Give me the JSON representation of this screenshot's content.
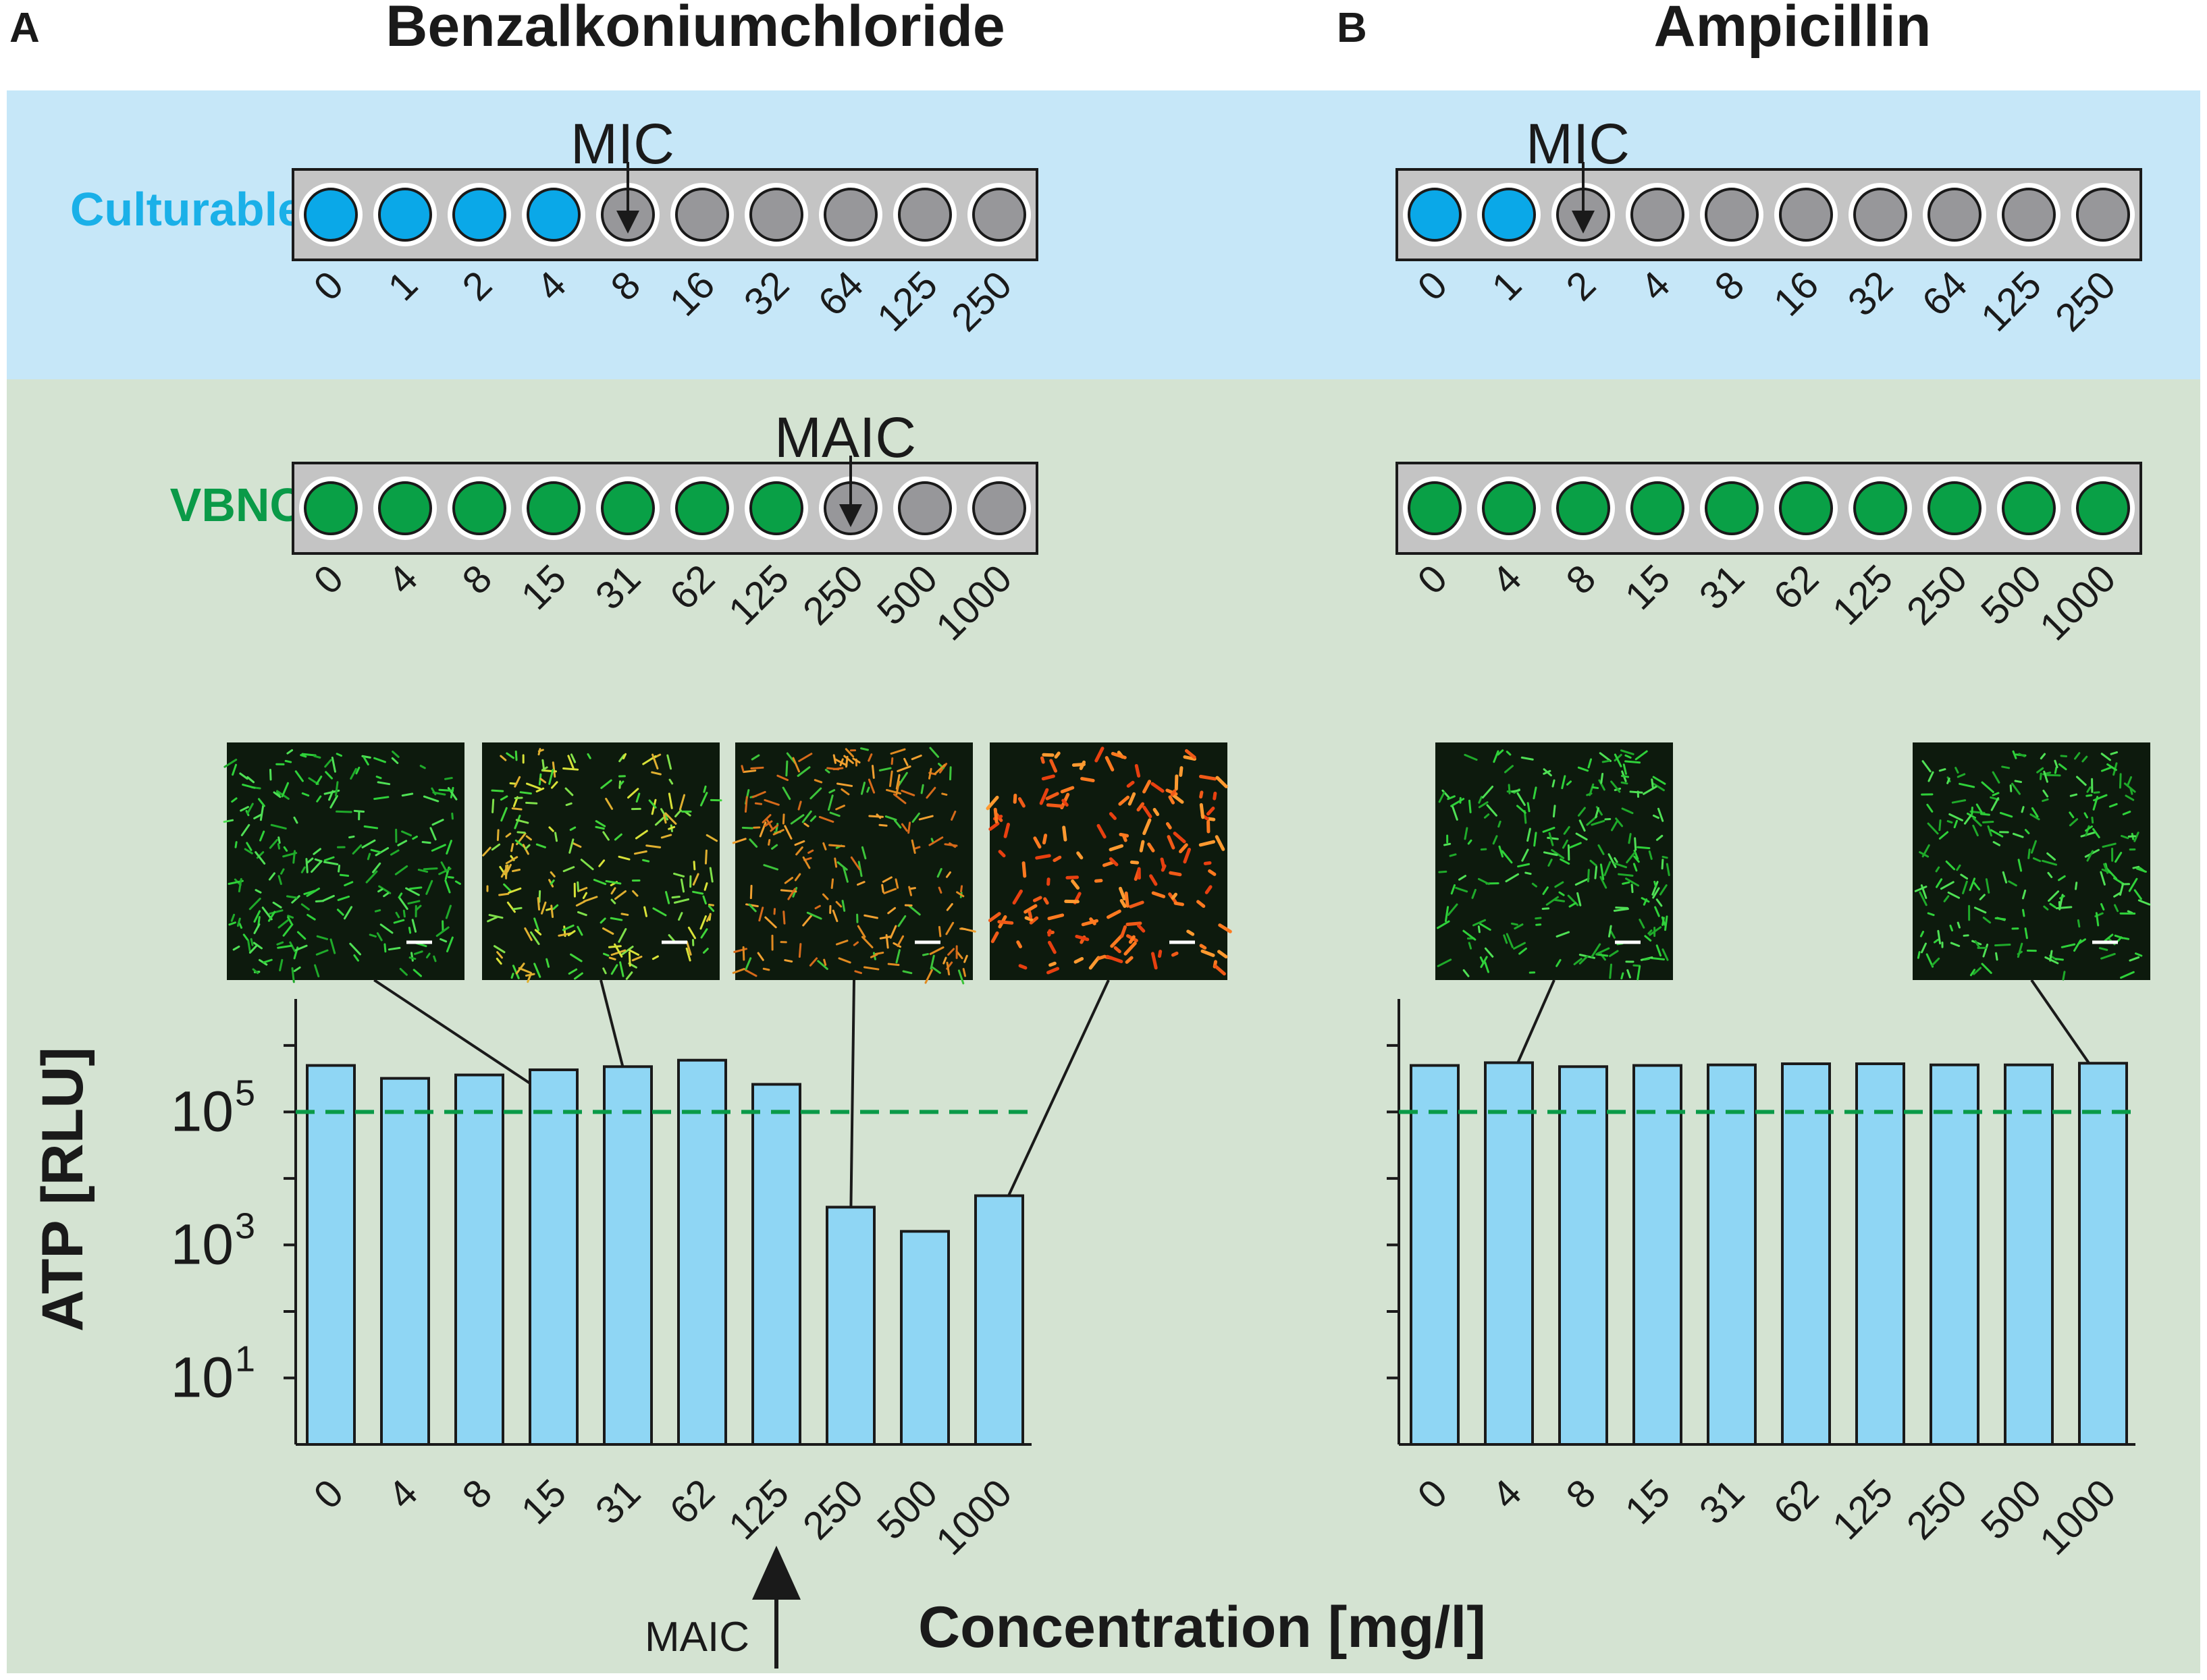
{
  "panels": [
    {
      "letter": "A",
      "title": "Benzalkoniumchloride",
      "culturable": {
        "label": "Culturable",
        "concentrations": [
          "0",
          "1",
          "2",
          "4",
          "8",
          "16",
          "32",
          "64",
          "125",
          "250"
        ],
        "growth": [
          true,
          true,
          true,
          true,
          false,
          false,
          false,
          false,
          false,
          false
        ],
        "marker_label": "MIC",
        "marker_index": 4
      },
      "vbnc": {
        "label": "VBNC",
        "concentrations": [
          "0",
          "4",
          "8",
          "15",
          "31",
          "62",
          "125",
          "250",
          "500",
          "1000"
        ],
        "active": [
          true,
          true,
          true,
          true,
          true,
          true,
          true,
          false,
          false,
          false
        ],
        "marker_label": "MAIC",
        "marker_index": 7
      },
      "micrographs": [
        {
          "bar_index": 3,
          "tint": "green"
        },
        {
          "bar_index": 4,
          "tint": "green-yellow"
        },
        {
          "bar_index": 7,
          "tint": "orange-green"
        },
        {
          "bar_index": 9,
          "tint": "red-orange"
        }
      ],
      "bottom_marker_label": "MAIC",
      "bottom_marker_index": 6
    },
    {
      "letter": "B",
      "title": "Ampicillin",
      "culturable": {
        "label": "",
        "concentrations": [
          "0",
          "1",
          "2",
          "4",
          "8",
          "16",
          "32",
          "64",
          "125",
          "250"
        ],
        "growth": [
          true,
          true,
          false,
          false,
          false,
          false,
          false,
          false,
          false,
          false
        ],
        "marker_label": "MIC",
        "marker_index": 2
      },
      "vbnc": {
        "label": "",
        "concentrations": [
          "0",
          "4",
          "8",
          "15",
          "31",
          "62",
          "125",
          "250",
          "500",
          "1000"
        ],
        "active": [
          true,
          true,
          true,
          true,
          true,
          true,
          true,
          true,
          true,
          true
        ],
        "marker_label": "",
        "marker_index": -1
      },
      "micrographs": [
        {
          "bar_index": 1,
          "tint": "green"
        },
        {
          "bar_index": 9,
          "tint": "green"
        }
      ],
      "bottom_marker_label": "",
      "bottom_marker_index": -1
    }
  ],
  "chart_data": [
    {
      "type": "bar",
      "categories": [
        "0",
        "4",
        "8",
        "15",
        "31",
        "62",
        "125",
        "250",
        "500",
        "1000"
      ],
      "values": [
        500000,
        320000,
        360000,
        430000,
        480000,
        600000,
        260000,
        3700,
        1600,
        5500
      ],
      "ylabel": "ATP [RLU]",
      "xlabel": "Concentration [mg/l]",
      "yscale": "log",
      "ylim": [
        1,
        5000000
      ],
      "threshold": 100000,
      "yticks": [
        {
          "base": "10",
          "exp": "5",
          "value": 100000
        },
        {
          "base": "10",
          "exp": "3",
          "value": 1000
        },
        {
          "base": "10",
          "exp": "1",
          "value": 10
        }
      ]
    },
    {
      "type": "bar",
      "categories": [
        "0",
        "4",
        "8",
        "15",
        "31",
        "62",
        "125",
        "250",
        "500",
        "1000"
      ],
      "values": [
        500000,
        550000,
        480000,
        500000,
        510000,
        530000,
        530000,
        510000,
        510000,
        540000
      ],
      "ylabel": "",
      "xlabel": "",
      "yscale": "log",
      "ylim": [
        1,
        5000000
      ],
      "threshold": 100000,
      "yticks": []
    }
  ],
  "colors": {
    "culturable_band": "#c6e7f8",
    "vbnc_band": "#d4e3d2",
    "culturable_label": "#1ab0e8",
    "vbnc_label": "#0a9a48",
    "blue_well": "#0aa8e8",
    "green_well": "#09a046",
    "grey_well": "#97979a",
    "plate": "#c4c4c4",
    "bar_fill": "#8fd6f4",
    "threshold": "#0a9a48"
  }
}
